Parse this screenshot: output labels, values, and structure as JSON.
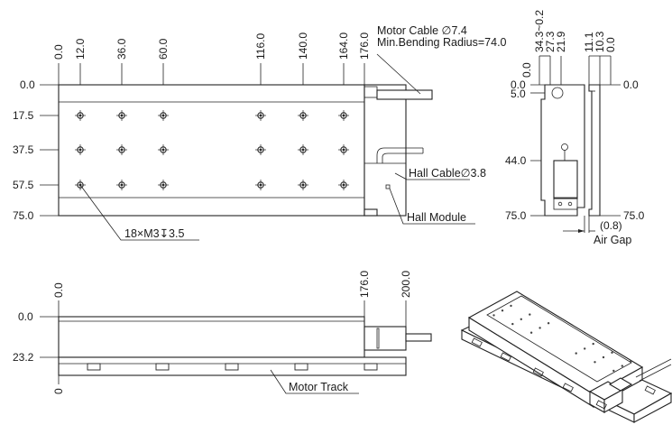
{
  "top_view": {
    "x_dims": [
      "0.0",
      "12.0",
      "36.0",
      "60.0",
      "116.0",
      "140.0",
      "164.0",
      "176.0"
    ],
    "y_dims": [
      "0.0",
      "17.5",
      "37.5",
      "57.5",
      "75.0"
    ],
    "callouts": {
      "motor_cable": "Motor Cable ∅7.4",
      "min_bending": "Min.Bending Radius=74.0",
      "hall_cable": "Hall Cable∅3.8",
      "hall_module": "Hall Module",
      "holes": "18×M3↧3.5"
    }
  },
  "side_view": {
    "top_dims": [
      "34.3~0.2",
      "27.3",
      "21.9",
      "11.1",
      "10.3",
      "0.0"
    ],
    "left_dims": [
      "0.0",
      "5.0",
      "44.0",
      "75.0"
    ],
    "right_dims": [
      "0.0",
      "75.0"
    ],
    "gap_value": "(0.8)",
    "air_gap": "Air Gap"
  },
  "front_view": {
    "x_dims": [
      "0.0",
      "176.0",
      "200.0"
    ],
    "y_dims": [
      "0.0",
      "23.2",
      "0"
    ],
    "motor_track": "Motor Track"
  }
}
